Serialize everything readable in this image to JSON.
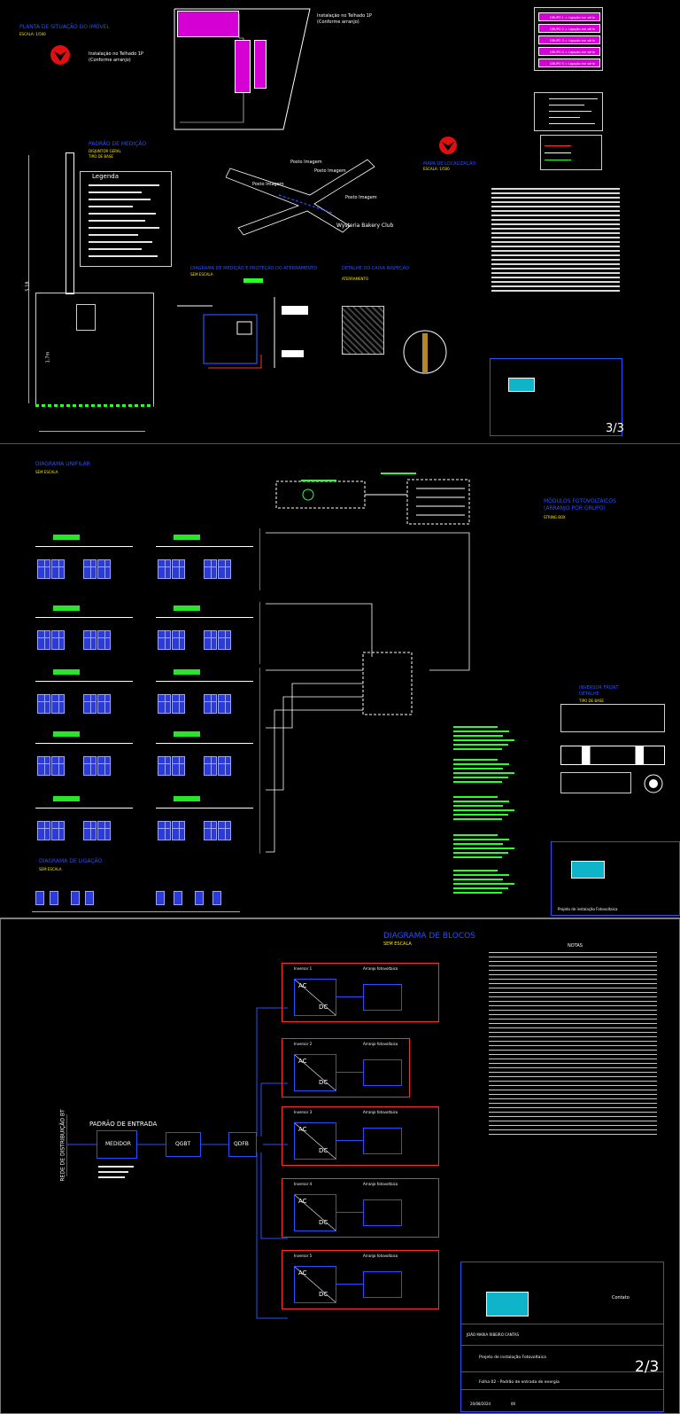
{
  "sheet1": {
    "situacao_title": "PLANTA DE SITUAÇÃO DO IMÓVEL",
    "situacao_scale": "ESCALA: 1/500",
    "location_title": "MAPA DE LOCALIZAÇÃO",
    "location_scale": "ESCALA: 1/500",
    "pole_title": "PADRÃO DE MEDIÇÃO",
    "pole_sub1": "DISJUNTOR GERAL",
    "pole_sub2": "TIPO DE BASE",
    "legend_title": "Legenda",
    "layout_title": "DIAGRAMA DE MEDIÇÃO E PROTEÇÃO DO ATERRAMENTO",
    "layout_scale": "SEM ESCALA",
    "ground_title": "DETALHE DO CAIXA INSPEÇÃO",
    "ground_sub": "ATERRAMENTO",
    "roof_note1": "Instalação no Telhado 1P",
    "roof_note2": "(Conforme arranjo)",
    "map_labels": [
      "Posto Imagem",
      "Posto Imagem",
      "Posto Imagem",
      "Posto Imagem",
      "Wysteria Bakery Club"
    ],
    "sheet_number": "3/3",
    "dim_left": "5.18",
    "dim_mid": "1.7m",
    "legend_groups": [
      "GRUPO 1 = Ligação em série",
      "GRUPO 2 = Ligação em série",
      "GRUPO 3 = Ligação em série",
      "GRUPO 4 = Ligação em série",
      "GRUPO 5 = Ligação em série"
    ]
  },
  "sheet2": {
    "unifilar_title": "DIAGRAMA UNIFILAR",
    "unifilar_scale": "SEM ESCALA",
    "stringbox_title": "MÓDULOS FOTOVOLTAICOS",
    "stringbox_title2": "(ARRANJO POR GRUPO)",
    "stringbox_sub": "STRING BOX",
    "ligacao_title": "DIAGRAMA DE LIGAÇÃO",
    "ligacao_scale": "SEM ESCALA",
    "inverter_title": "INVERSOR FRONT",
    "inverter_title2": "DETALHE",
    "inverter_scale": "TIPO DE BASE",
    "title_project": "Projeto de instalação Fotovoltaica"
  },
  "sheet3": {
    "blocos_title": "DIAGRAMA DE BLOCOS",
    "blocos_scale": "SEM ESCALA",
    "notas_title": "NOTAS",
    "rede_label": "REDE DE DISTRIBUIÇÃO BT",
    "padrao_label": "PADRÃO DE ENTRADA",
    "medidor_label": "MEDIDOR",
    "qgbt_label": "QGBT",
    "qdfb_label": "QDFB",
    "inverter_ac": "AC",
    "inverter_dc": "DC",
    "client_name": "JOÃO MARIA RIBEIRO CANTAS",
    "project_line1": "Projeto de instalação Fotovoltaica",
    "project_line2": "Folha 02 - Padrão de entrada de energia",
    "contato_label": "Contato",
    "sheet_number": "2/3",
    "date": "20/08/2024",
    "rev": "00",
    "block_labels": [
      "Inversor 1",
      "Inversor 2",
      "Inversor 3",
      "Inversor 4",
      "Inversor 5"
    ],
    "module_labels": [
      "Arranjo fotovoltaico",
      "Arranjo fotovoltaico",
      "Arranjo fotovoltaico",
      "Arranjo fotovoltaico",
      "Arranjo fotovoltaico"
    ]
  },
  "colors": {
    "accent_blue": "#2a4fff",
    "accent_yellow": "#ffe600",
    "accent_green": "#2bff2b",
    "accent_magenta": "#d400d4",
    "accent_red": "#ff2a2a",
    "logo_cyan": "#0fb4c8"
  },
  "icons": [
    "north-arrow-icon",
    "north-arrow-icon",
    "solar-panel-icon",
    "inverter-icon",
    "company-logo-icon"
  ]
}
